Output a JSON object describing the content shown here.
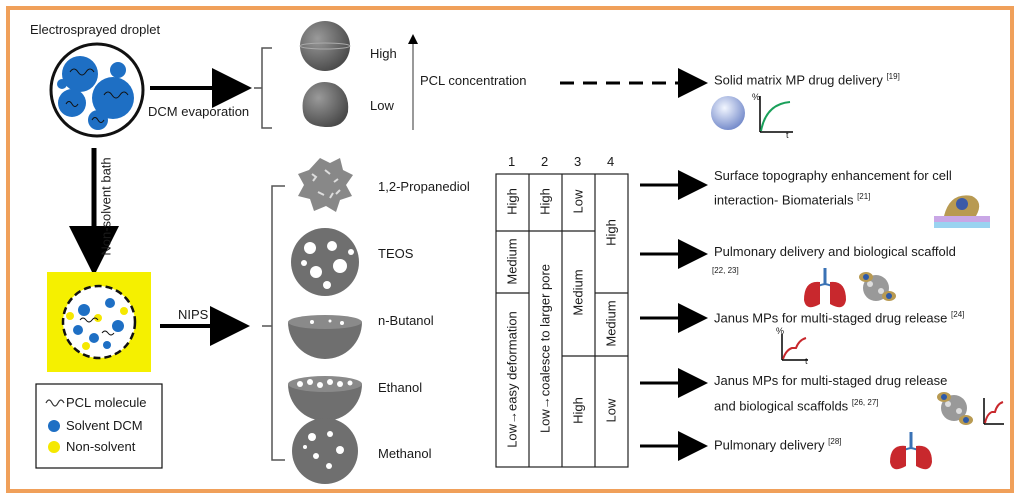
{
  "left": {
    "droplet_title": "Electrosprayed droplet",
    "dcm_evaporation": "DCM evaporation",
    "non_solvent_bath": "Non-solvent bath",
    "nips": "NIPS",
    "legend": [
      {
        "label": "PCL molecule",
        "icon": "squiggle-line"
      },
      {
        "label": "Solvent DCM",
        "icon": "blue-dot",
        "color": "#1e6fc4"
      },
      {
        "label": "Non-solvent",
        "icon": "yellow-dot",
        "color": "#f5e800"
      }
    ]
  },
  "top": {
    "high": "High",
    "low": "Low",
    "pcl_concentration": "PCL concentration",
    "outcome": "Solid matrix MP drug delivery",
    "outcome_ref": "[19]"
  },
  "solvents": [
    "1,2-Propanediol",
    "TEOS",
    "n-Butanol",
    "Ethanol",
    "Methanol"
  ],
  "table": {
    "headers": [
      "1",
      "2",
      "3",
      "4"
    ],
    "col1": [
      "High",
      "Medium",
      "Low→easy deformation"
    ],
    "col2": [
      "High",
      "Low→coalesce to larger pore"
    ],
    "col3": [
      "Low",
      "Medium",
      "High"
    ],
    "col4": [
      "High",
      "Medium",
      "Low"
    ]
  },
  "outcomes": [
    {
      "line1": "Surface topography enhancement for cell",
      "line2": "interaction- Biomaterials",
      "ref": "[21]"
    },
    {
      "line1": "Pulmonary delivery and biological scaffold",
      "line2": "",
      "ref": "[22, 23]"
    },
    {
      "line1": "Janus MPs for multi-staged drug release",
      "line2": "",
      "ref": "[24]"
    },
    {
      "line1": "Janus MPs for multi-staged drug release",
      "line2": "and biological scaffolds",
      "ref": "[26, 27]"
    },
    {
      "line1": "Pulmonary delivery",
      "line2": "",
      "ref": "[28]"
    }
  ],
  "graph_axes": {
    "y": "%",
    "x": "t"
  },
  "colors": {
    "frame": "#f0a05a",
    "dcm_blue": "#1e6fc4",
    "non_solvent_yellow": "#f5e800",
    "particle_grey": "#6f6f6f",
    "lung_red": "#c8282d"
  }
}
